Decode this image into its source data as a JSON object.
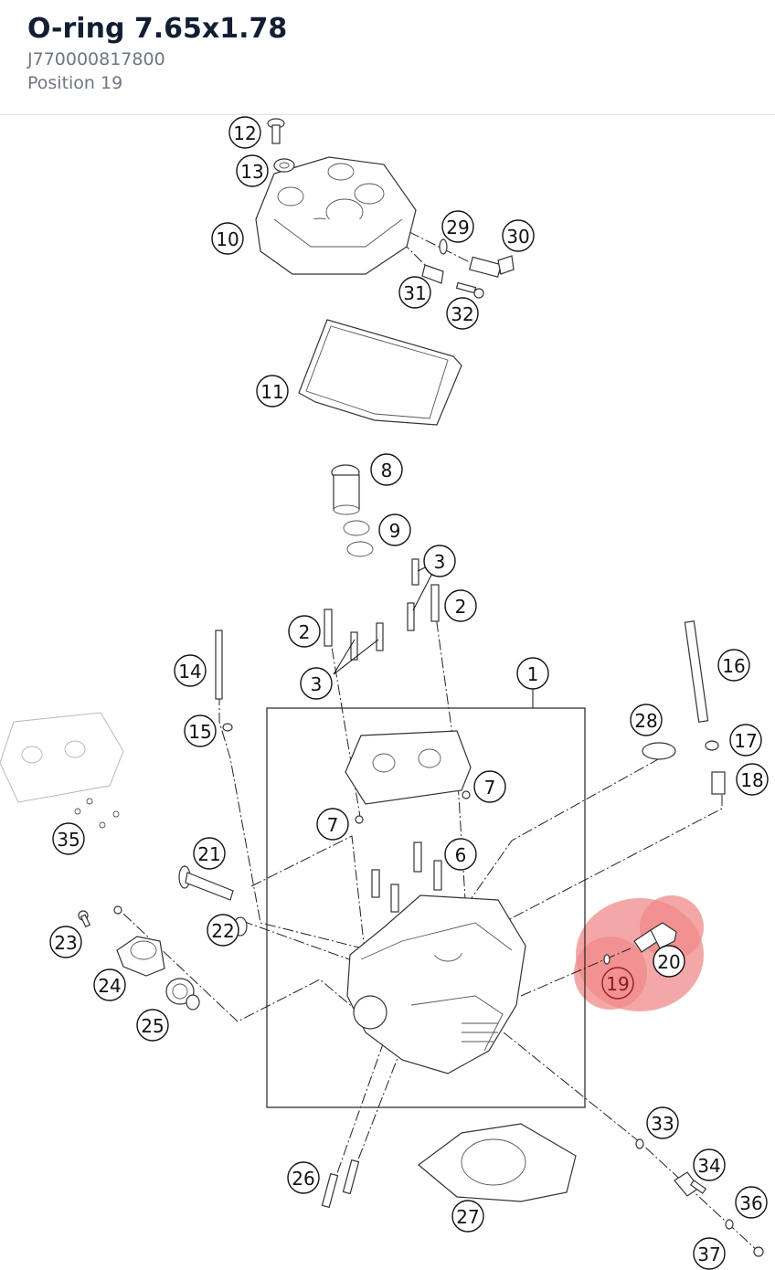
{
  "header": {
    "title": "O-ring 7.65x1.78",
    "part_number": "J770000817800",
    "position": "Position 19"
  },
  "highlight": {
    "position": "19",
    "color": "#f08a8a"
  },
  "callouts": [
    "1",
    "2",
    "3",
    "6",
    "7",
    "8",
    "9",
    "10",
    "11",
    "12",
    "13",
    "14",
    "15",
    "16",
    "17",
    "18",
    "19",
    "20",
    "21",
    "22",
    "23",
    "24",
    "25",
    "26",
    "27",
    "28",
    "29",
    "30",
    "31",
    "32",
    "33",
    "34",
    "35",
    "36",
    "37"
  ]
}
